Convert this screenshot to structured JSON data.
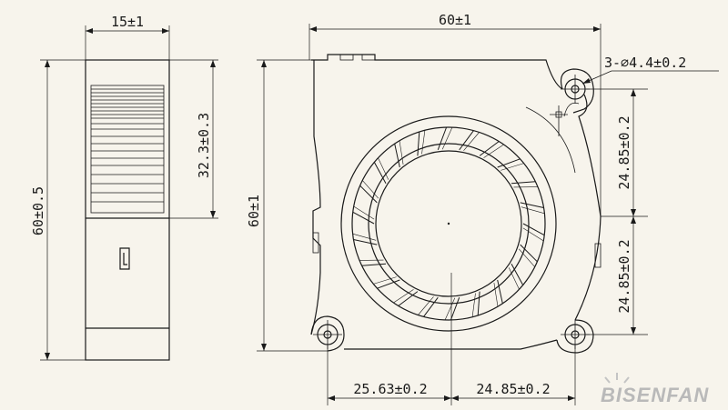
{
  "drawing": {
    "side_view": {
      "width_label": "15±1",
      "height_label": "60±0.5",
      "outlet_label": "32.3±0.3"
    },
    "front_view": {
      "width_label": "60±1",
      "height_label": "60±1",
      "hole_label": "3-∅4.4±0.2",
      "upper_pitch_label": "24.85±0.2",
      "lower_pitch_label": "24.85±0.2",
      "bottom_left_label": "25.63±0.2",
      "bottom_right_label": "24.85±0.2"
    }
  },
  "brand": {
    "logo_text": "BISENFAN"
  }
}
